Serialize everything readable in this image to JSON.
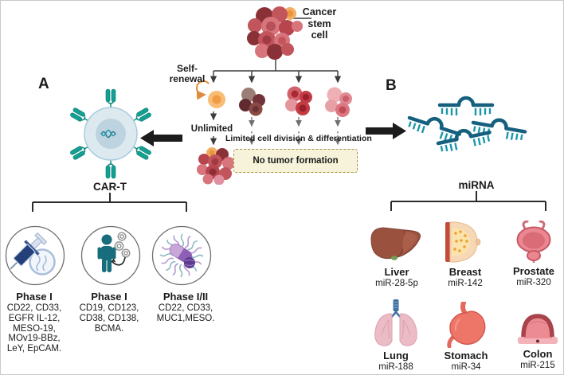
{
  "center": {
    "cancer_stem_cell": "Cancer\nstem\ncell",
    "self_renewal": "Self-\nrenewal",
    "unlimited": "Unlimited",
    "limited": "Limited cell division & differentiation",
    "no_tumor": "No tumor formation"
  },
  "section_a": {
    "letter": "A",
    "title": "CAR-T",
    "trials": [
      {
        "phase": "Phase I",
        "targets": "CD22, CD33,\nEGFR IL-12,\nMESO-19,\nMOv19-BBz,\nLeY, EpCAM."
      },
      {
        "phase": "Phase I",
        "targets": "CD19, CD123,\nCD38, CD138,\nBCMA."
      },
      {
        "phase": "Phase I/II",
        "targets": "CD22, CD33,\nMUC1,MESO."
      }
    ]
  },
  "section_b": {
    "letter": "B",
    "title": "miRNA",
    "organs": [
      {
        "name": "Liver",
        "mir": "miR-28-5p"
      },
      {
        "name": "Breast",
        "mir": "miR-142"
      },
      {
        "name": "Prostate",
        "mir": "miR-320"
      },
      {
        "name": "Lung",
        "mir": "miR-188"
      },
      {
        "name": "Stomach",
        "mir": "miR-34"
      },
      {
        "name": "Colon",
        "mir": "miR-215"
      }
    ]
  },
  "icons": {
    "cancer_stem_cell_cluster": "cell-cluster",
    "self_renewal_arrow": "circular-arrow",
    "car_t_cell": "cell-with-car-receptors",
    "mirna_molecule": "rna-hairpin",
    "trial_1": "syringe-with-cell-bag",
    "trial_2": "patient-with-cell-infusion",
    "trial_3": "nanoparticle-micelle-with-pills",
    "organ_icons": [
      "liver",
      "breast",
      "prostate",
      "lung",
      "stomach",
      "colon"
    ]
  },
  "colors": {
    "receptor_teal": "#12a092",
    "person_teal": "#176d7c",
    "mirna_dark": "#15607e",
    "mirna_light": "#1b96ad",
    "arrow_dark": "#3c3c3c",
    "big_arrow_black": "#1c1c1c",
    "self_renewal_orange": "#e08b3c",
    "no_tumor_fill": "#f7f3da",
    "no_tumor_border": "#a3954a",
    "cell_pink": "#d8747c",
    "cell_red": "#c2545c",
    "cell_dark": "#8a3138",
    "cell_orange": "#f2ae62"
  }
}
